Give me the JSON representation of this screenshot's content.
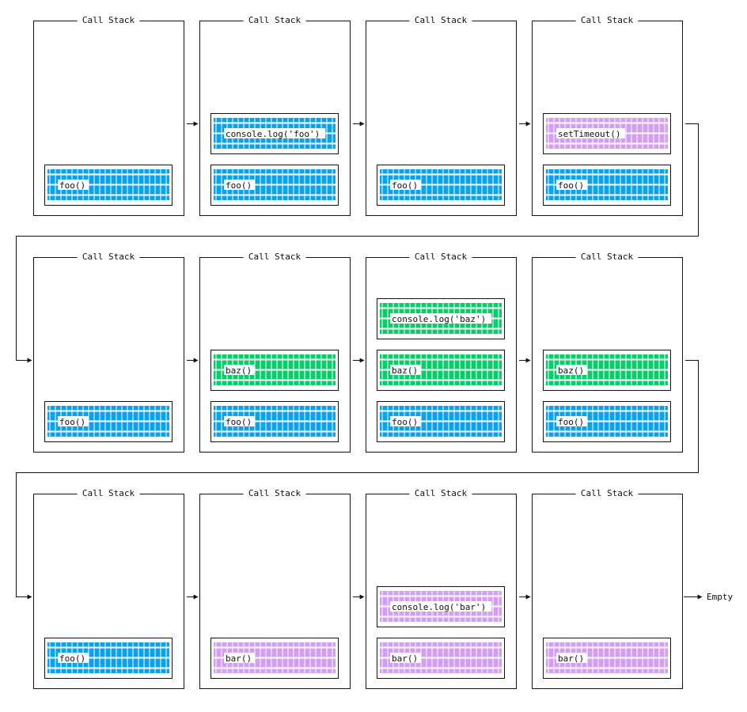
{
  "panel_title": "Call Stack",
  "colors": {
    "blue": "#0aa2ec",
    "green": "#0ccb6a",
    "purple": "#d39ef3",
    "line": "#111111"
  },
  "end_label": "Empty",
  "rows": [
    [
      {
        "frames": [
          {
            "label": "foo()",
            "color": "blue"
          }
        ]
      },
      {
        "frames": [
          {
            "label": "console.log('foo')",
            "color": "blue"
          },
          {
            "label": "foo()",
            "color": "blue"
          }
        ]
      },
      {
        "frames": [
          {
            "label": "foo()",
            "color": "blue"
          }
        ]
      },
      {
        "frames": [
          {
            "label": "setTimeout()",
            "color": "purple"
          },
          {
            "label": "foo()",
            "color": "blue"
          }
        ]
      }
    ],
    [
      {
        "frames": [
          {
            "label": "foo()",
            "color": "blue"
          }
        ]
      },
      {
        "frames": [
          {
            "label": "baz()",
            "color": "green"
          },
          {
            "label": "foo()",
            "color": "blue"
          }
        ]
      },
      {
        "frames": [
          {
            "label": "console.log('baz')",
            "color": "green"
          },
          {
            "label": "baz()",
            "color": "green"
          },
          {
            "label": "foo()",
            "color": "blue"
          }
        ]
      },
      {
        "frames": [
          {
            "label": "baz()",
            "color": "green"
          },
          {
            "label": "foo()",
            "color": "blue"
          }
        ]
      }
    ],
    [
      {
        "frames": [
          {
            "label": "foo()",
            "color": "blue"
          }
        ]
      },
      {
        "frames": [
          {
            "label": "bar()",
            "color": "purple"
          }
        ]
      },
      {
        "frames": [
          {
            "label": "console.log('bar')",
            "color": "purple"
          },
          {
            "label": "bar()",
            "color": "purple"
          }
        ]
      },
      {
        "frames": [
          {
            "label": "bar()",
            "color": "purple"
          }
        ]
      }
    ]
  ]
}
